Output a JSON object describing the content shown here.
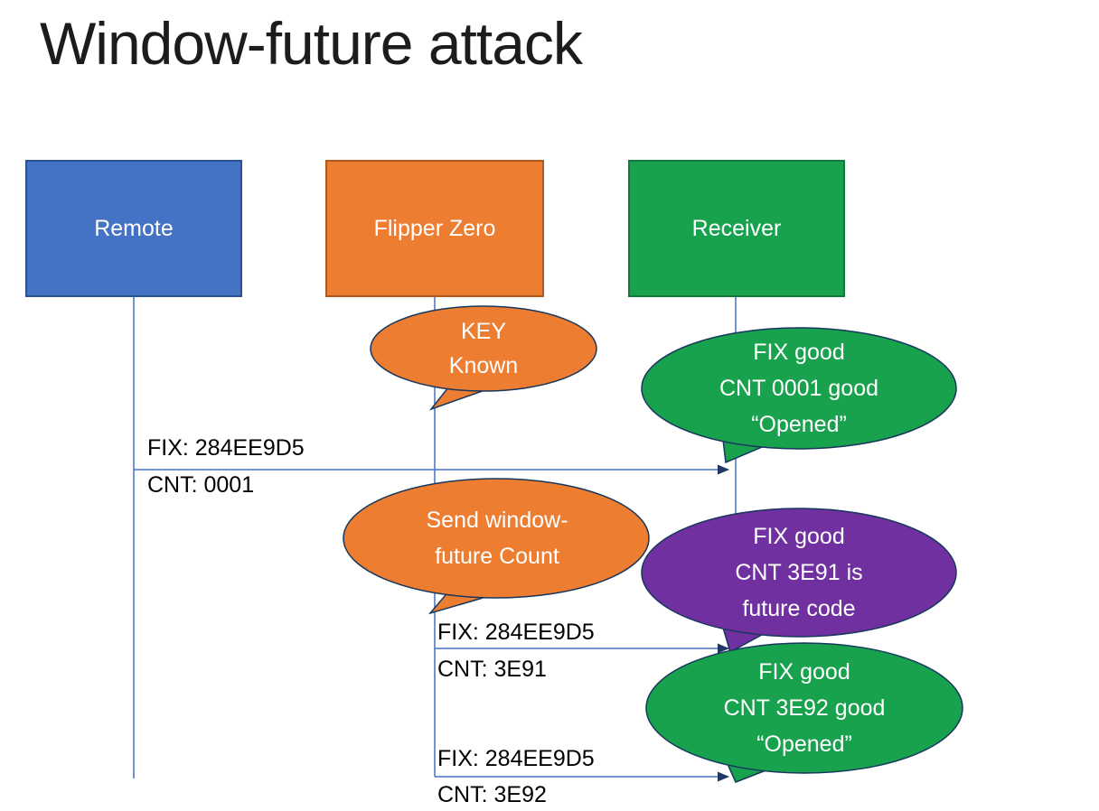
{
  "slide": {
    "title": "Window-future attack"
  },
  "diagram": {
    "connector_color": "#4472C4",
    "arrowhead_color": "#1F3864"
  },
  "actors": {
    "remote": {
      "label": "Remote",
      "color": "#4472C4"
    },
    "flipper": {
      "label": "Flipper Zero",
      "color": "#ED7D31"
    },
    "receiver": {
      "label": "Receiver",
      "color": "#18A24E"
    }
  },
  "messages": {
    "m1": {
      "fix": "FIX: 284EE9D5",
      "cnt": "CNT: 0001"
    },
    "m2": {
      "fix": "FIX: 284EE9D5",
      "cnt": "CNT: 3E91"
    },
    "m3": {
      "fix": "FIX: 284EE9D5",
      "cnt": "CNT: 3E92"
    }
  },
  "bubbles": {
    "key_known": {
      "lines": [
        "KEY",
        "Known"
      ],
      "color": "#ED7D31"
    },
    "cnt0001": {
      "lines": [
        "FIX good",
        "CNT 0001 good",
        "“Opened”"
      ],
      "color": "#18A24E"
    },
    "send_window": {
      "lines": [
        "Send window-",
        "future Count"
      ],
      "color": "#ED7D31"
    },
    "cnt3e91": {
      "lines": [
        "FIX good",
        "CNT 3E91 is",
        "future code"
      ],
      "color": "#7030A0"
    },
    "cnt3e92": {
      "lines": [
        "FIX good",
        "CNT 3E92 good",
        "“Opened”"
      ],
      "color": "#18A24E"
    }
  }
}
